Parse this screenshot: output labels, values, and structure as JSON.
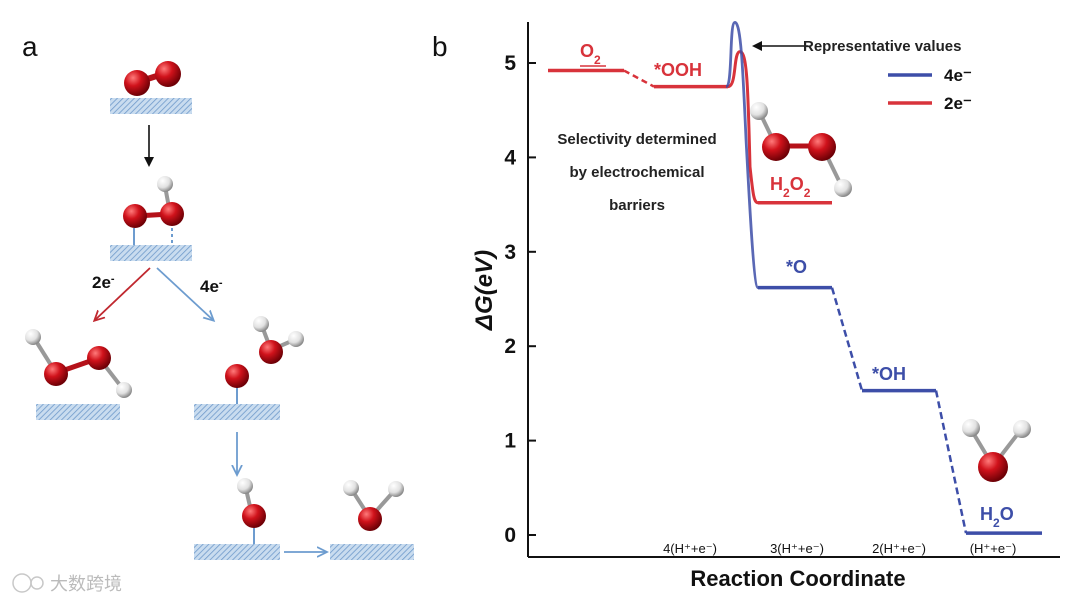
{
  "panels": {
    "a": "a",
    "b": "b"
  },
  "colors": {
    "four_e": "#3d4ea8",
    "two_e": "#d8333b",
    "oxygen": "#c8141c",
    "surface": "#8fb3d9",
    "arrow_blue": "#6d9ccf"
  },
  "scheme": {
    "branch_2e": "2e",
    "branch_4e": "4e",
    "sup_minus": "-"
  },
  "chart_data": {
    "type": "line",
    "ylabel": "ΔG(eV)",
    "xlabel": "Reaction Coordinate",
    "ylim": [
      -0.1,
      5.3
    ],
    "yticks": [
      0,
      1,
      2,
      3,
      4,
      5
    ],
    "xticks": [
      {
        "label": "4(H⁺+e⁻)",
        "step": 1
      },
      {
        "label": "3(H⁺+e⁻)",
        "step": 2
      },
      {
        "label": "2(H⁺+e⁻)",
        "step": 3
      },
      {
        "label": "(H⁺+e⁻)",
        "step": 4
      }
    ],
    "series": [
      {
        "name": "4e⁻",
        "color": "#3d4ea8",
        "levels": [
          {
            "label": "*OOH",
            "step": 1,
            "y": 4.75
          },
          {
            "label": "*O",
            "step": 2,
            "y": 2.62
          },
          {
            "label": "*OH",
            "step": 3,
            "y": 1.53
          },
          {
            "label": "H2O",
            "step": 4,
            "y": 0.02
          }
        ],
        "barrier_peak": 5.43
      },
      {
        "name": "2e⁻",
        "color": "#d8333b",
        "levels": [
          {
            "label": "O2",
            "step": 0,
            "y": 4.92
          },
          {
            "label": "*OOH",
            "step": 1,
            "y": 4.75
          },
          {
            "label": "H2O2",
            "step": 2,
            "y": 3.52
          }
        ],
        "barrier_peak": 5.12
      }
    ],
    "annotations": {
      "representative": "Representative values",
      "selectivity": [
        "Selectivity determined",
        "by electrochemical",
        "barriers"
      ]
    },
    "legend_position": "top-right"
  },
  "watermark": "大数跨境"
}
